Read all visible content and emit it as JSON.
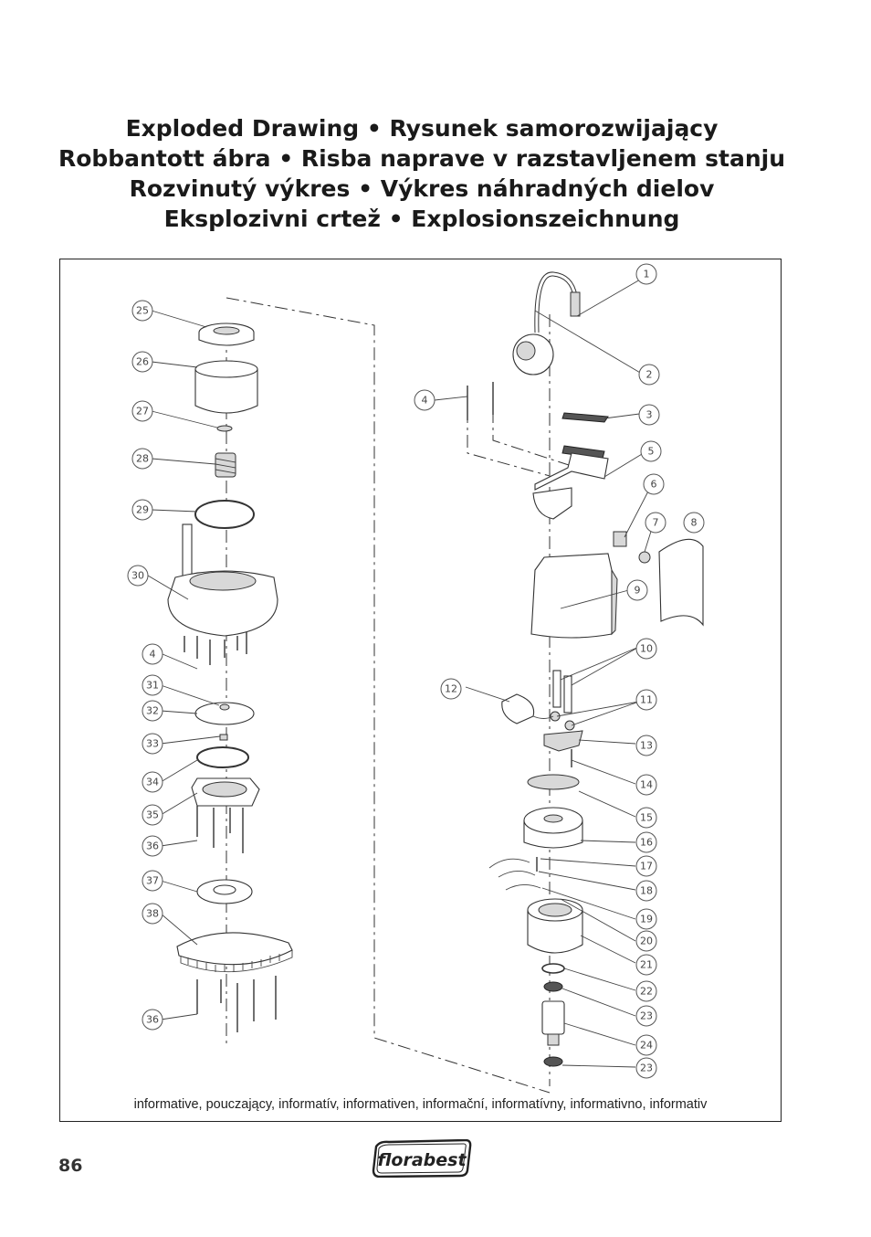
{
  "title_lines": [
    "Exploded Drawing • Rysunek samorozwijający",
    "Robbantott ábra • Risba naprave v razstavljenem stanju",
    "Rozvinutý výkres • Výkres náhradných dielov",
    "Eksplozivni crtež • Explosionszeichnung"
  ],
  "caption": "informative, pouczający, informatív, informativen, informační, informatívny, informativno, informativ",
  "page_number": "86",
  "logo_text": "florabest",
  "callouts": {
    "right": [
      "1",
      "2",
      "3",
      "4",
      "5",
      "6",
      "7",
      "8",
      "9",
      "10",
      "11",
      "12",
      "13",
      "14",
      "15",
      "16",
      "17",
      "18",
      "19",
      "20",
      "21",
      "22",
      "23",
      "24",
      "23"
    ],
    "left": [
      "25",
      "26",
      "27",
      "28",
      "29",
      "30",
      "4",
      "31",
      "32",
      "33",
      "34",
      "35",
      "36",
      "37",
      "38",
      "36"
    ]
  },
  "colors": {
    "line": "#333333",
    "shade": "#d8d8d8",
    "text": "#1a1a1a"
  }
}
